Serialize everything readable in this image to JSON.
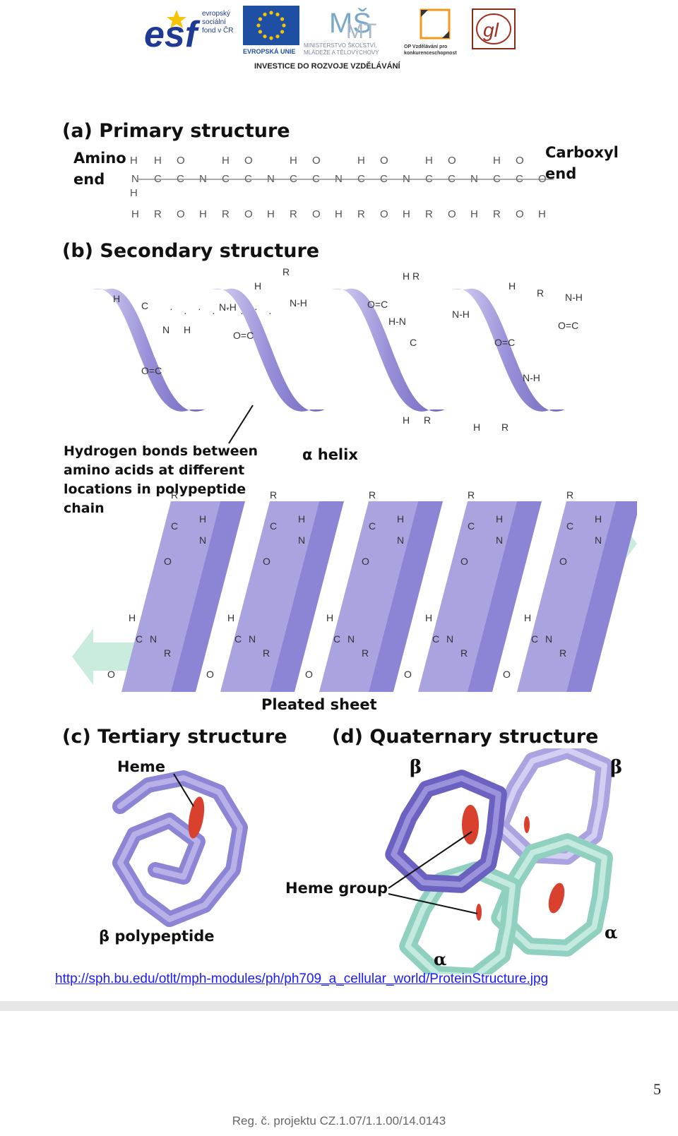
{
  "header": {
    "esf_logo_text": "esf",
    "esf_caption": "evropský sociální fond v ČR",
    "eu_caption": "EVROPSKÁ UNIE",
    "msmt_caption": "MINISTERSTVO ŠKOLSTVÍ, MLÁDEŽE A TĚLOVÝCHOVY",
    "op_caption": "OP Vzdělávání pro konkurenceschopnost",
    "gl_logo_text": "gl",
    "investice": "INVESTICE DO ROZVOJE VZDĚLÁVÁNÍ"
  },
  "figure": {
    "a_title": "(a) Primary structure",
    "amino_end": [
      "Amino",
      "end"
    ],
    "carboxyl_end": [
      "Carboxyl",
      "end"
    ],
    "b_title": "(b) Secondary structure",
    "hbond_label": [
      "Hydrogen bonds between",
      "amino acids at different",
      "locations in polypeptide",
      "chain"
    ],
    "alpha_helix": "α helix",
    "pleated_sheet": "Pleated sheet",
    "c_title": "(c) Tertiary structure",
    "heme": "Heme",
    "beta_polypeptide": "β polypeptide",
    "d_title": "(d) Quaternary structure",
    "heme_group": "Heme group",
    "beta": "β",
    "alpha": "α"
  },
  "source_url": "http://sph.bu.edu/otlt/mph-modules/ph/ph709_a_cellular_world/ProteinStructure.jpg",
  "page_number": "5",
  "footer": "Reg. č. projektu CZ.1.07/1.1.00/14.0143",
  "colors": {
    "helix_purple": "#8c84d4",
    "sheet_purple": "#a9a3e0",
    "sheet_arrow": "#c9ecdd",
    "alpha_teal": "#8fd0c0",
    "heme_red": "#d9402e",
    "link_blue": "#1a1aff"
  }
}
